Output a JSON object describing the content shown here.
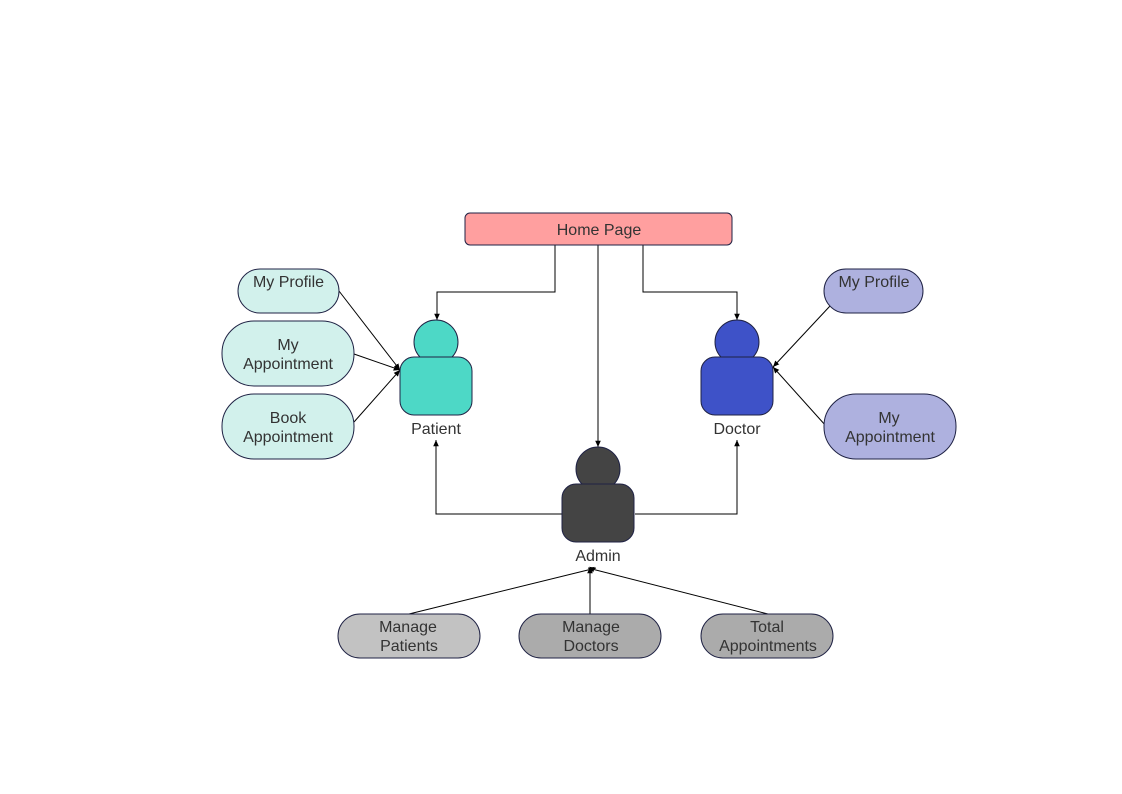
{
  "home": {
    "label": "Home Page",
    "fill": "#ff9f9f"
  },
  "actors": {
    "patient": {
      "label": "Patient",
      "fill": "#4dd8c6"
    },
    "doctor": {
      "label": "Doctor",
      "fill": "#3e52c8"
    },
    "admin": {
      "label": "Admin",
      "fill": "#444444"
    }
  },
  "patient_features": [
    {
      "lines": [
        "My Profile"
      ],
      "fill": "#d2f1ec"
    },
    {
      "lines": [
        "My",
        "Appointment"
      ],
      "fill": "#d2f1ec"
    },
    {
      "lines": [
        "Book",
        "Appointment"
      ],
      "fill": "#d2f1ec"
    }
  ],
  "doctor_features": [
    {
      "lines": [
        "My Profile"
      ],
      "fill": "#aeb1df"
    },
    {
      "lines": [
        "My",
        "Appointment"
      ],
      "fill": "#aeb1df"
    }
  ],
  "admin_features": [
    {
      "lines": [
        "Manage",
        "Patients"
      ],
      "fill": "#c2c2c2"
    },
    {
      "lines": [
        "Manage",
        "Doctors"
      ],
      "fill": "#ababab"
    },
    {
      "lines": [
        "Total",
        "Appointments"
      ],
      "fill": "#ababab"
    }
  ],
  "icons": {
    "actor": "person-icon"
  }
}
